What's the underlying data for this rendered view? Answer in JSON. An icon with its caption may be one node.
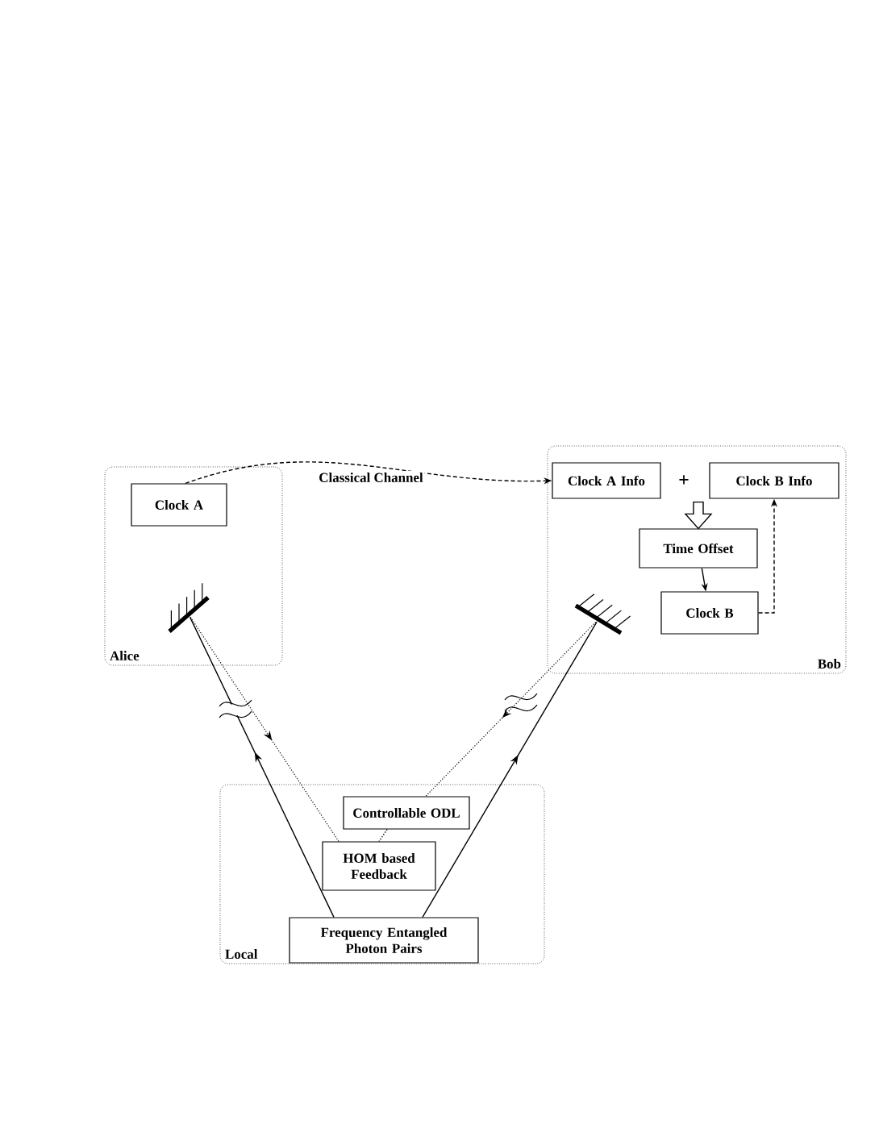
{
  "diagram": {
    "nodes": [
      {
        "text": [
          "Alice"
        ]
      },
      {
        "text": [
          "Clock A"
        ],
        "in": 0
      },
      {
        "text": [],
        "shape": "mirror",
        "in": 0
      },
      {
        "text": [
          "Bob"
        ]
      },
      {
        "text": [
          "Clock A Info"
        ],
        "in": 3
      },
      {
        "text": [
          "Clock B Info"
        ],
        "in": 3
      },
      {
        "text": [
          "Time Offset"
        ],
        "in": 3
      },
      {
        "text": [
          "Clock B"
        ],
        "in": 3
      },
      {
        "text": [],
        "shape": "mirror",
        "in": 3
      },
      {
        "text": [
          "Local"
        ]
      },
      {
        "text": [
          "Controllable ODL"
        ],
        "in": 9
      },
      {
        "text": [
          "HOM based Feedback"
        ],
        "in": 9
      },
      {
        "text": [
          "Frequency Entangled Photon Pairs"
        ],
        "in": 9
      }
    ],
    "edges": [
      {
        "from": 1,
        "to": 4,
        "arrow": "to",
        "style": "dashed",
        "label": "Classical Channel"
      },
      {
        "from": 4,
        "to": 6,
        "arrow": "to",
        "style": "thick"
      },
      {
        "from": 5,
        "to": 6,
        "arrow": "to",
        "style": "thick"
      },
      {
        "from": 6,
        "to": 7,
        "arrow": "to"
      },
      {
        "from": 7,
        "to": 5,
        "arrow": "to",
        "style": "dashed"
      },
      {
        "from": 12,
        "to": 2,
        "arrow": "to"
      },
      {
        "from": 12,
        "to": 8,
        "arrow": "to"
      },
      {
        "from": 2,
        "to": 11,
        "arrow": "to",
        "style": "dashed"
      },
      {
        "from": 8,
        "to": 10,
        "arrow": "to",
        "style": "dashed"
      },
      {
        "from": 10,
        "to": 11,
        "arrow": "none",
        "style": "dashed"
      }
    ],
    "labels": [
      "+"
    ]
  }
}
